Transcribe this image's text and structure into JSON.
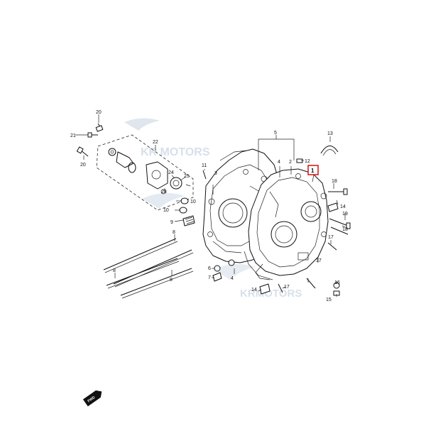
{
  "watermark": {
    "text_top": "KR MOTORS",
    "text_bottom": "KRMOTORS",
    "color": "#b8c7d9"
  },
  "highlight": {
    "part_number": "1",
    "color": "#d40000"
  },
  "direction_badge": {
    "text": "FWD",
    "icon": "forward-arrow-icon"
  },
  "callouts": {
    "c2": "2",
    "c3": "3",
    "c4a": "4",
    "c4b": "4",
    "c5": "5",
    "c6": "6",
    "c7": "7",
    "c8a": "8",
    "c8b": "8",
    "c8c": "8",
    "c9": "9",
    "c10a": "10",
    "c10b": "10",
    "c11": "11",
    "c12": "12",
    "c13": "13",
    "c14a": "14",
    "c14b": "14",
    "c15": "15",
    "c16": "16",
    "c17a": "17",
    "c17b": "17",
    "c17c": "17",
    "c18a": "18",
    "c18b": "18",
    "c19": "19",
    "c20a": "20",
    "c20b": "20",
    "c21": "21",
    "c22": "22",
    "c23": "23",
    "c24": "24",
    "c25": "25"
  }
}
